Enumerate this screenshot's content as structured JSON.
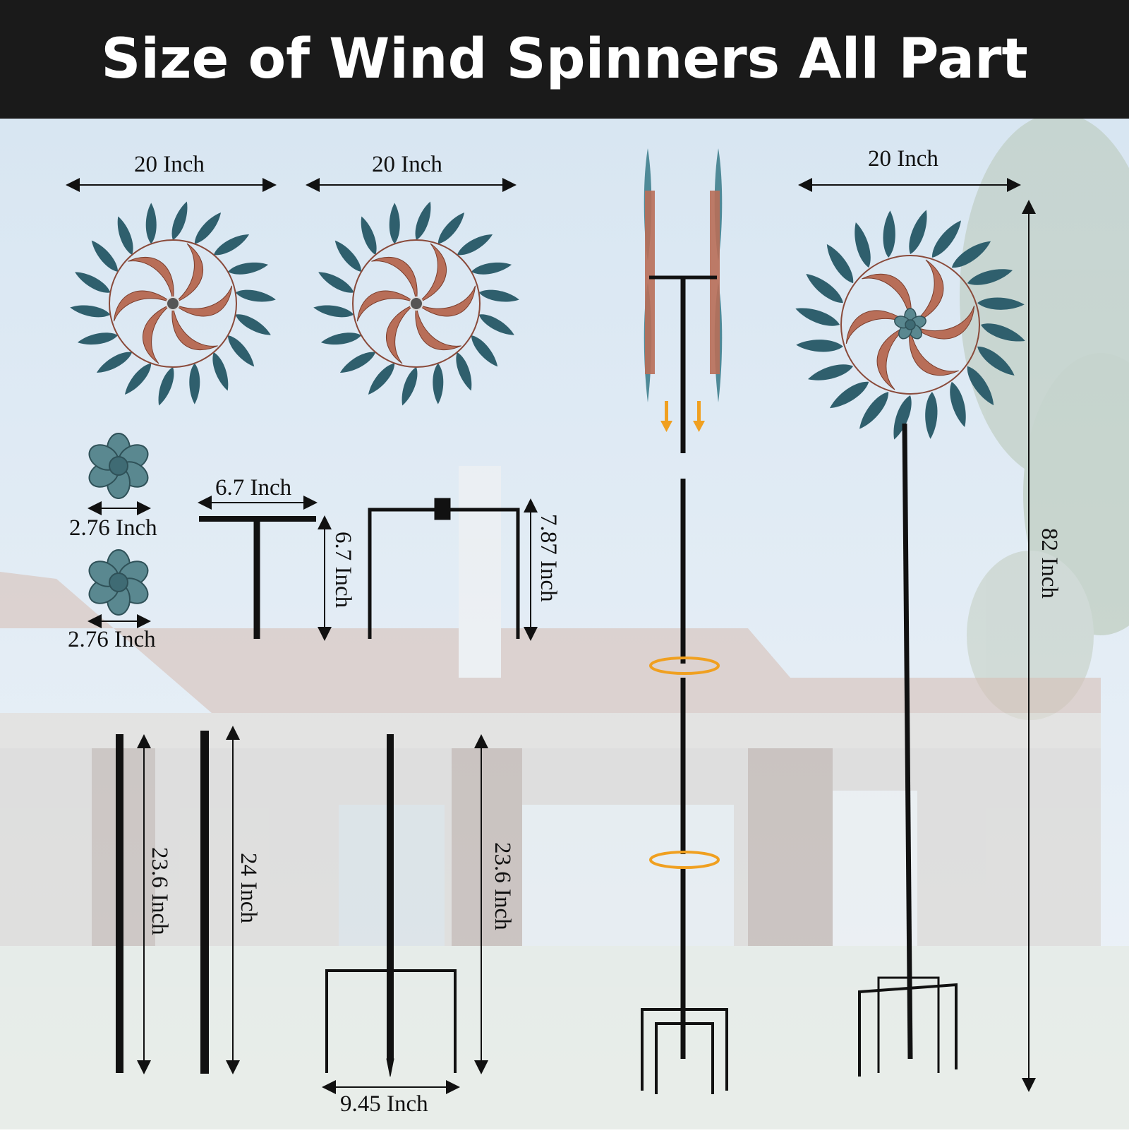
{
  "title": "Size of Wind Spinners All Part",
  "dimensions": {
    "wheel1_width": "20 Inch",
    "wheel2_width": "20 Inch",
    "assembled_width": "20 Inch",
    "cap1_width": "2.76 Inch",
    "cap2_width": "2.76 Inch",
    "tbar_width": "6.7 Inch",
    "tbar_height": "6.7 Inch",
    "bracket_height": "7.87 Inch",
    "pole1_length": "23.6 Inch",
    "pole2_length": "24 Inch",
    "stake_height": "23.6 Inch",
    "stake_width": "9.45 Inch",
    "total_height": "82 Inch"
  },
  "colors": {
    "header_bg": "#1a1a1a",
    "leaf": "#2f5f6d",
    "copper": "#b86e58",
    "metal": "#111111",
    "arrow": "#f0a020"
  },
  "icons": [
    "dimension-arrow-icon",
    "down-arrow-icon",
    "rotate-arrow-icon"
  ]
}
